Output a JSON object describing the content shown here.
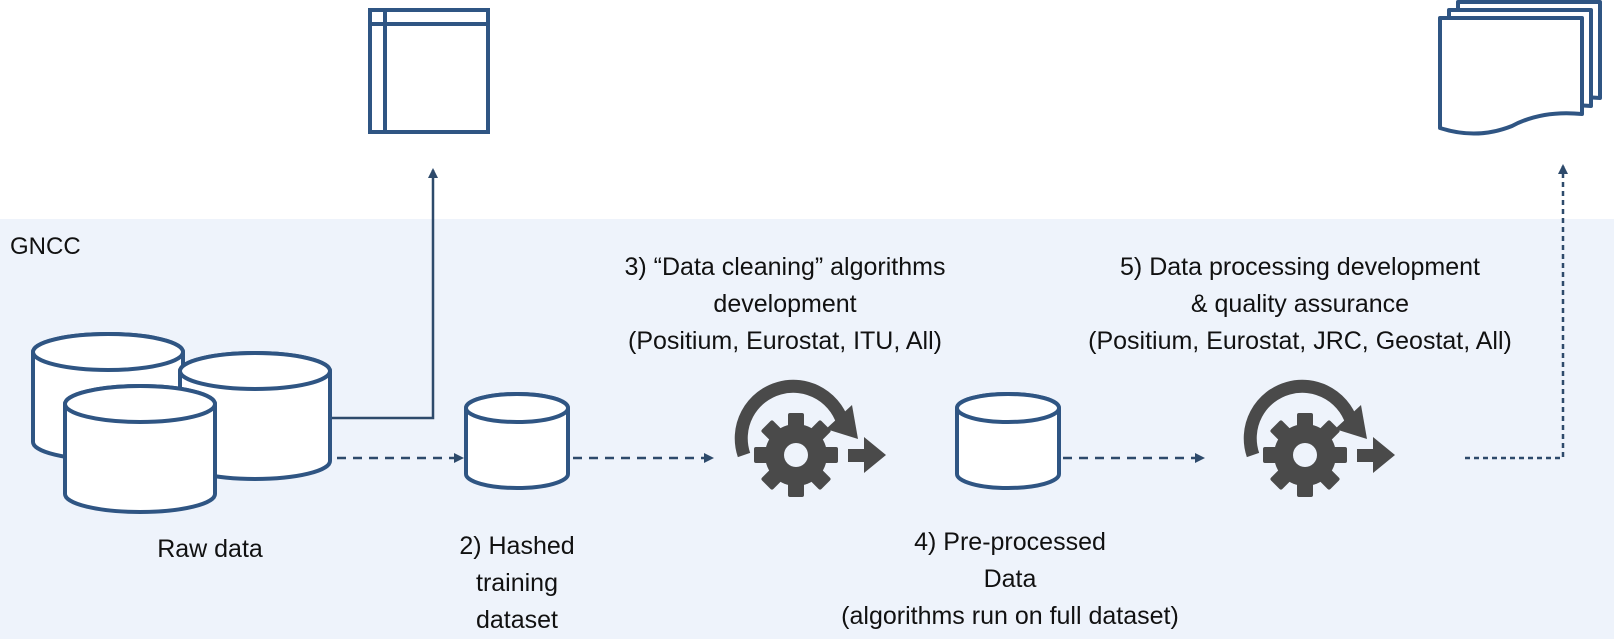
{
  "region": {
    "label": "GNCC"
  },
  "labels": {
    "raw_data": [
      "Raw data"
    ],
    "hashed": [
      "2) Hashed",
      "training",
      "dataset"
    ],
    "cleaning": [
      "3) “Data cleaning” algorithms",
      "development",
      "(Positium, Eurostat, ITU, All)"
    ],
    "preprocessed": [
      "4) Pre-processed",
      "Data",
      "(algorithms run on full dataset)"
    ],
    "processing": [
      "5) Data processing development",
      "& quality assurance",
      "(Positium, Eurostat, JRC, Geostat, All)"
    ]
  },
  "colors": {
    "stroke": "#2f5583",
    "background_band": "#eef3fb",
    "gear": "#4a4a4a",
    "connector": "#2d4a6b"
  },
  "icons": [
    "table-icon",
    "documents-icon",
    "database-icon",
    "gear-process-icon",
    "arrow-icon"
  ]
}
